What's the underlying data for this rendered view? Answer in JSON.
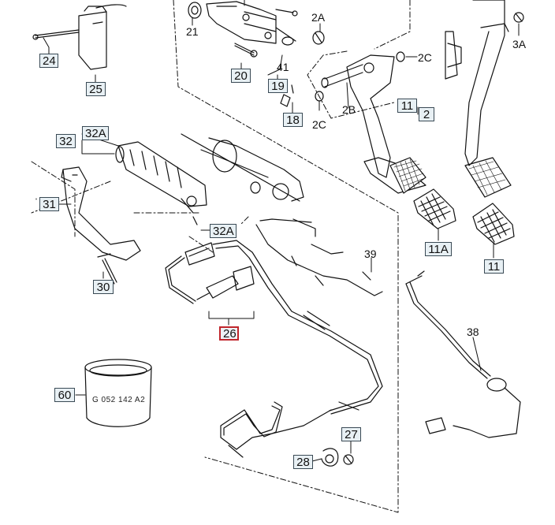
{
  "diagram": {
    "boxed_labels": [
      {
        "id": "24",
        "text": "24"
      },
      {
        "id": "25",
        "text": "25"
      },
      {
        "id": "20",
        "text": "20"
      },
      {
        "id": "19",
        "text": "19"
      },
      {
        "id": "18",
        "text": "18"
      },
      {
        "id": "11-top",
        "text": "11"
      },
      {
        "id": "2",
        "text": "2"
      },
      {
        "id": "32A-top",
        "text": "32A"
      },
      {
        "id": "32",
        "text": "32"
      },
      {
        "id": "31",
        "text": "31"
      },
      {
        "id": "32A-mid",
        "text": "32A"
      },
      {
        "id": "11A",
        "text": "11A"
      },
      {
        "id": "11-bottom",
        "text": "11"
      },
      {
        "id": "30",
        "text": "30"
      },
      {
        "id": "26",
        "text": "26"
      },
      {
        "id": "60",
        "text": "60"
      },
      {
        "id": "27",
        "text": "27"
      },
      {
        "id": "28",
        "text": "28"
      }
    ],
    "plain_labels": [
      {
        "id": "21",
        "text": "21"
      },
      {
        "id": "2A",
        "text": "2A"
      },
      {
        "id": "3A",
        "text": "3A"
      },
      {
        "id": "41",
        "text": "41"
      },
      {
        "id": "2C-a",
        "text": "2C"
      },
      {
        "id": "2B",
        "text": "2B"
      },
      {
        "id": "2C-b",
        "text": "2C"
      },
      {
        "id": "39",
        "text": "39"
      },
      {
        "id": "38",
        "text": "38"
      }
    ],
    "part_marking": "G 052 142 A2",
    "selected_callout": "26"
  }
}
